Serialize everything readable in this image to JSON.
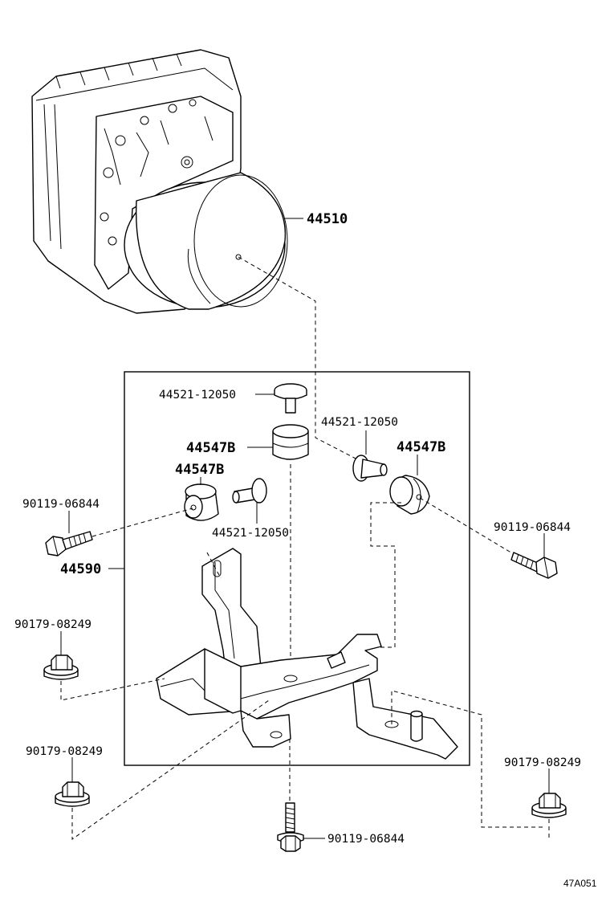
{
  "diagram": {
    "labels": {
      "actuator": "44510",
      "bracket_assy": "44590",
      "bolt_top_left": "44521-12050",
      "bolt_mid_right": "44521-12050",
      "bolt_mid_left": "44521-12050",
      "cushion_top": "44547B",
      "cushion_left": "44547B",
      "cushion_right": "44547B",
      "screw_left": "90119-06844",
      "screw_right": "90119-06844",
      "screw_bottom": "90119-06844",
      "nut_left_upper": "90179-08249",
      "nut_left_lower": "90179-08249",
      "nut_right": "90179-08249"
    },
    "reference_code": "47A051"
  }
}
